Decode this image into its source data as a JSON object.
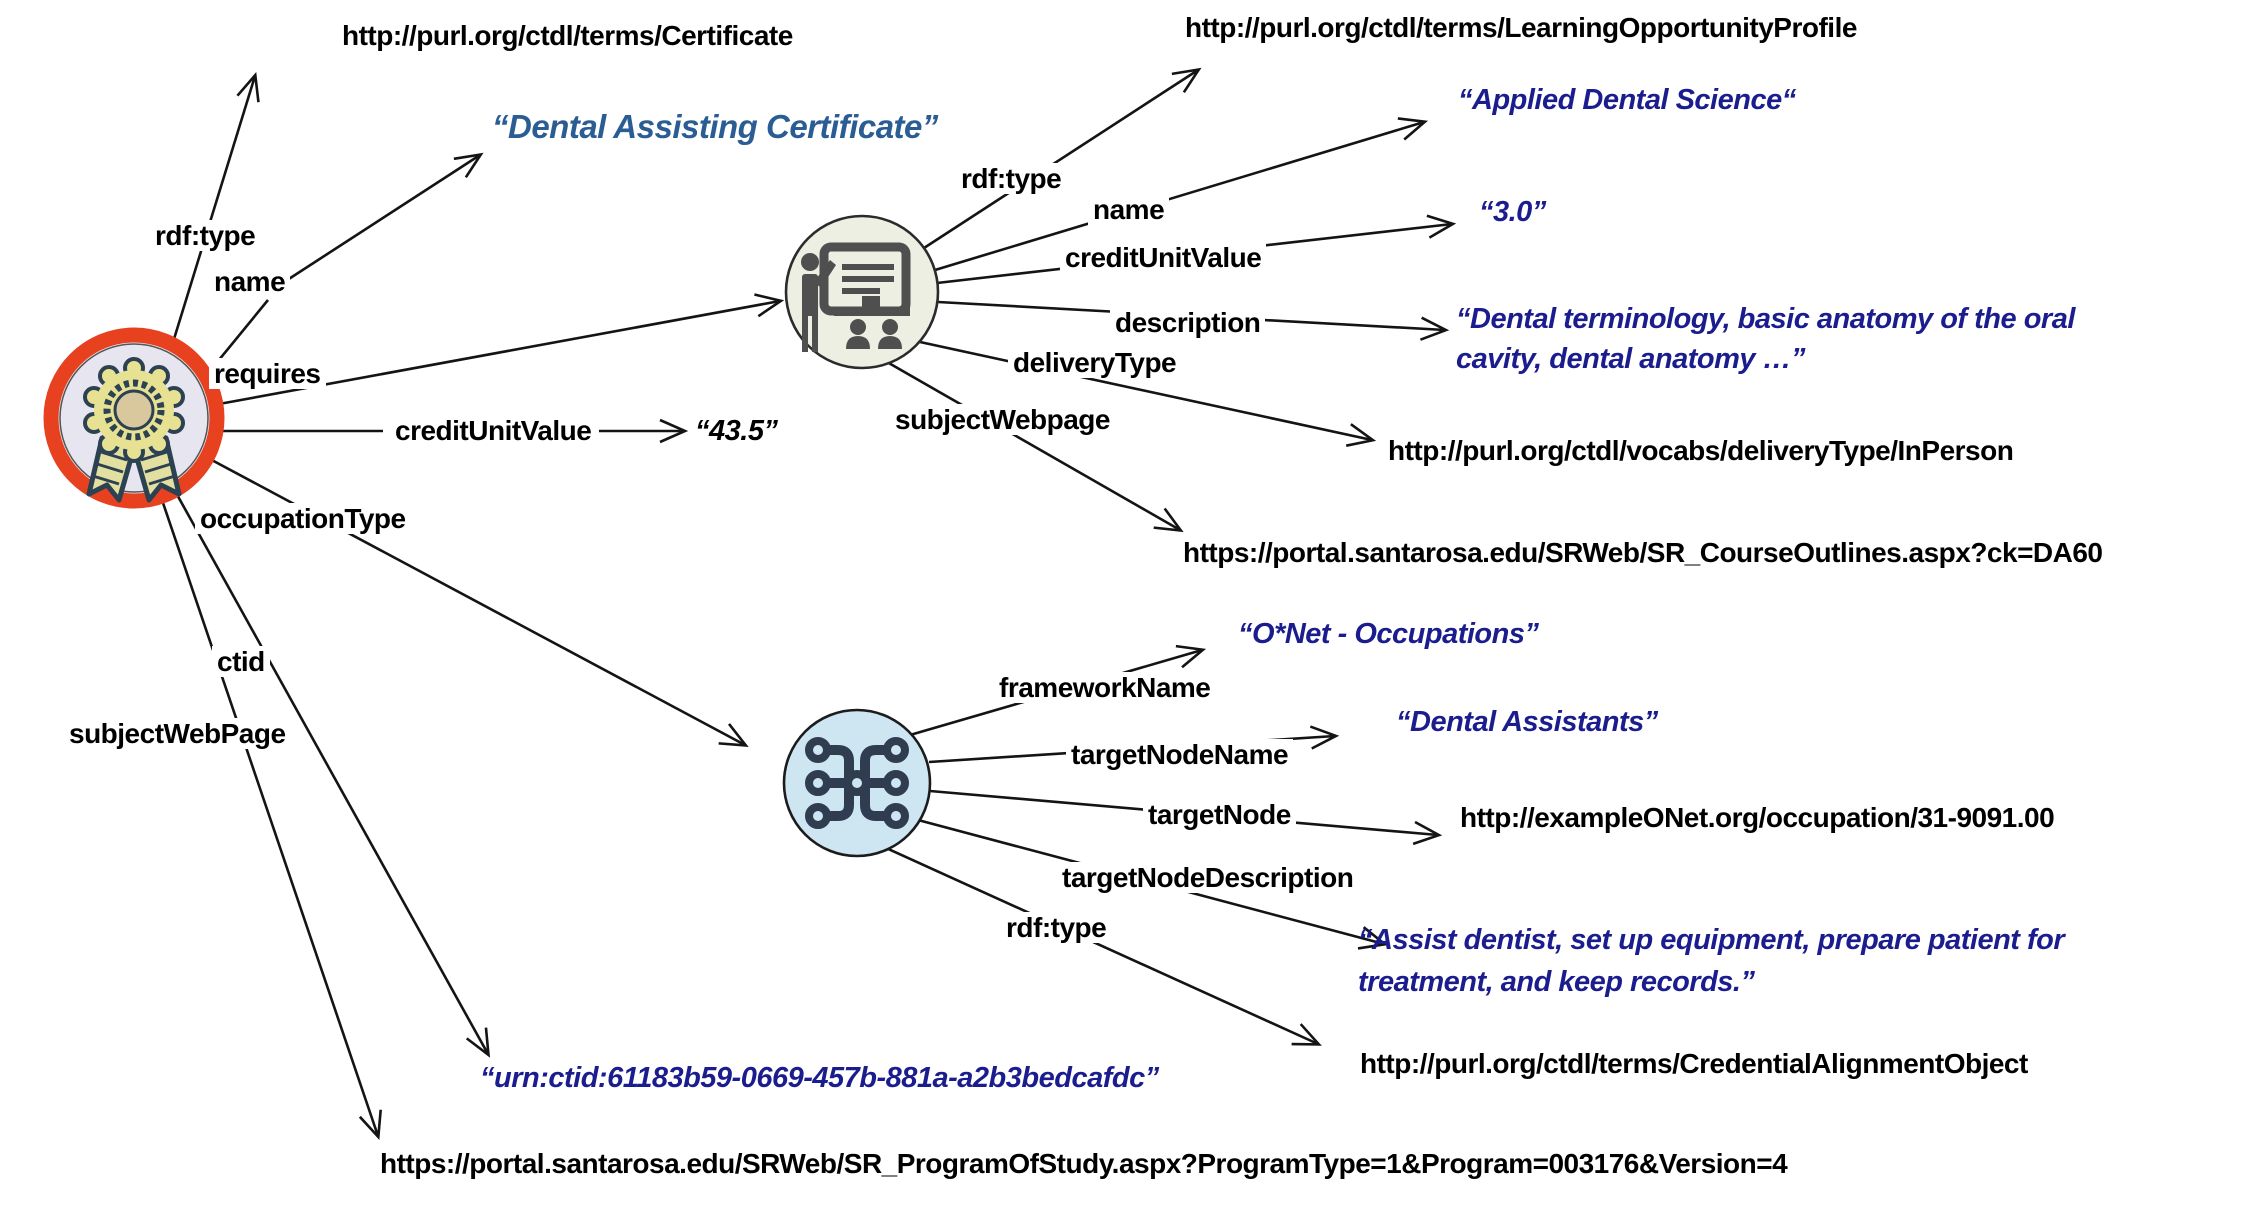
{
  "diagram_title": "RDF graph of a Dental Assisting Certificate credential",
  "colors": {
    "line_black": "#141414",
    "literal_navy": "#1b1d8e",
    "credential_name_blue": "#2a5d93",
    "badge_ring_red": "#e8411f",
    "badge_fill": "#e7e5ef",
    "rosette_fill": "#e7e293",
    "rosette_center": "#d9c79e",
    "rosette_outline": "#2c4252",
    "learning_fill": "#edefe2",
    "learning_icon": "#4f4f4f",
    "occupation_fill": "#cde6f2",
    "occupation_icon": "#303c4f"
  },
  "nodes": {
    "credential": {
      "icon": "award-ribbon-icon"
    },
    "learning": {
      "icon": "classroom-presentation-icon"
    },
    "occupation": {
      "icon": "network-alignment-icon"
    }
  },
  "edges": {
    "credential": {
      "rdf_type": "rdf:type",
      "name": "name",
      "requires": "requires",
      "credit_unit_value": "creditUnitValue",
      "occupation_type": "occupationType",
      "ctid": "ctid",
      "subject_web_page": "subjectWebPage"
    },
    "learning": {
      "rdf_type": "rdf:type",
      "name": "name",
      "credit_unit_value": "creditUnitValue",
      "description": "description",
      "delivery_type": "deliveryType",
      "subject_webpage": "subjectWebpage"
    },
    "occupation": {
      "framework_name": "frameworkName",
      "target_node_name": "targetNodeName",
      "target_node": "targetNode",
      "target_node_description": "targetNodeDescription",
      "rdf_type": "rdf:type"
    }
  },
  "uris": {
    "certificate": "http://purl.org/ctdl/terms/Certificate",
    "learning_opportunity_profile": "http://purl.org/ctdl/terms/LearningOpportunityProfile",
    "delivery_type_in_person": "http://purl.org/ctdl/vocabs/deliveryType/InPerson",
    "course_outlines": "https://portal.santarosa.edu/SRWeb/SR_CourseOutlines.aspx?ck=DA60",
    "onet_occupation": "http://exampleONet.org/occupation/31-9091.00",
    "credential_alignment_object": "http://purl.org/ctdl/terms/CredentialAlignmentObject",
    "program_of_study": "https://portal.santarosa.edu/SRWeb/SR_ProgramOfStudy.aspx?ProgramType=1&Program=003176&Version=4"
  },
  "literals": {
    "credential_name": "“Dental Assisting Certificate”",
    "credential_credit_unit_value": "“43.5”",
    "course_name": "“Applied Dental Science“",
    "course_credit_unit_value": "“3.0”",
    "course_description_line1": "“Dental terminology, basic anatomy of the oral",
    "course_description_line2": "cavity, dental anatomy …”",
    "framework_name": "“O*Net - Occupations”",
    "target_node_name": "“Dental Assistants”",
    "target_node_description_line1": "“Assist dentist, set up equipment, prepare patient for",
    "target_node_description_line2": "treatment, and keep records.”",
    "ctid": "“urn:ctid:61183b59-0669-457b-881a-a2b3bedcafdc”"
  }
}
